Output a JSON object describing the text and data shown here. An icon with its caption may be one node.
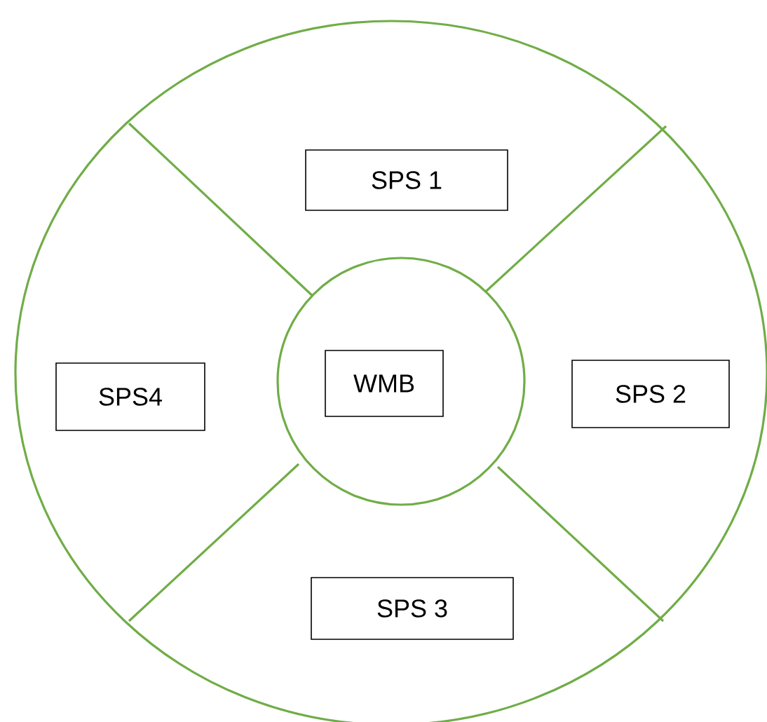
{
  "diagram": {
    "nodes": [
      {
        "text": [],
        "shape": "circle"
      },
      {
        "text": [
          "SPS 1"
        ],
        "in": 0
      },
      {
        "text": [
          "SPS4"
        ],
        "in": 0
      },
      {
        "text": [],
        "shape": "circle",
        "in": 0
      },
      {
        "text": [
          "WMB"
        ],
        "in": 3
      },
      {
        "text": [
          "SPS 2"
        ],
        "in": 0
      },
      {
        "text": [
          "SPS 3"
        ],
        "in": 0
      }
    ]
  }
}
